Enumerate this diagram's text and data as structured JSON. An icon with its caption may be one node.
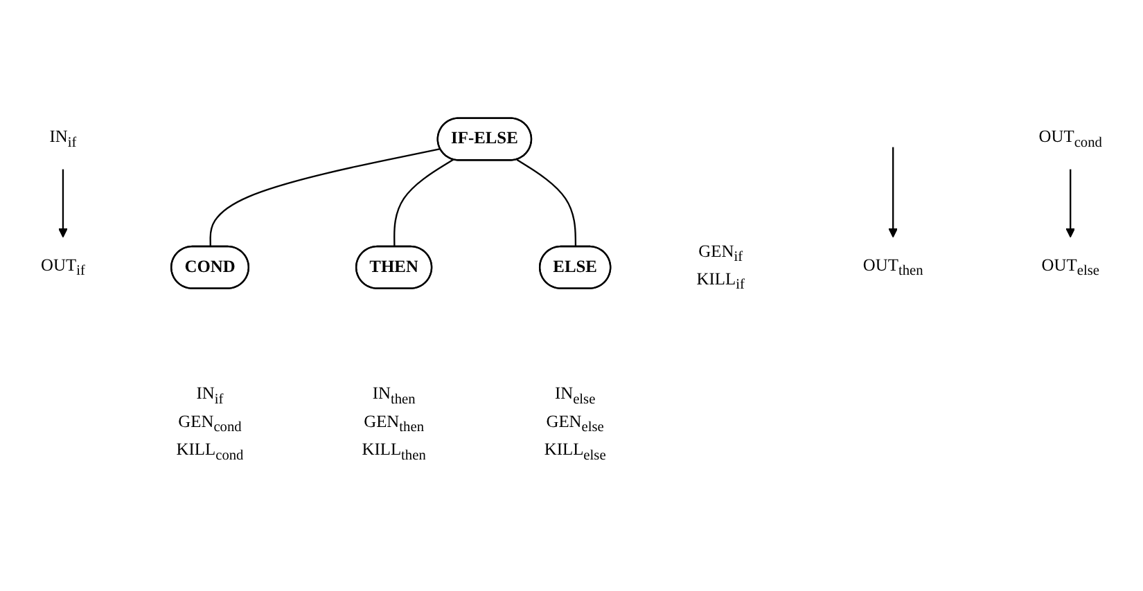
{
  "diagram": {
    "nodes": [
      {
        "text": [
          "IN$_{if}$"
        ]
      },
      {
        "text": [
          "IF-ELSE"
        ],
        "beside": [
          "GEN$_{if}$",
          "KILL$_{if}$"
        ]
      },
      {
        "text": [
          "OUT$_{if}$"
        ]
      },
      {
        "text": [
          "COND"
        ],
        "beside": [
          "IN$_{if}$",
          "GEN$_{cond}$",
          "KILL$_{cond}$"
        ]
      },
      {
        "text": [
          "OUT$_{cond}$"
        ]
      },
      {
        "text": [
          "THEN"
        ],
        "beside": [
          "IN$_{then}$",
          "GEN$_{then}$",
          "KILL$_{then}$"
        ]
      },
      {
        "text": [
          "ELSE"
        ],
        "beside": [
          "IN$_{else}$",
          "GEN$_{else}$",
          "KILL$_{else}$"
        ]
      },
      {
        "text": [
          "OUT$_{then}$"
        ]
      },
      {
        "text": [
          "OUT$_{else}$"
        ]
      }
    ],
    "edges": [
      {
        "from": 0,
        "to": 2,
        "arrow": "to"
      },
      {
        "from": 1,
        "to": 3,
        "arrow": "none"
      },
      {
        "from": 1,
        "to": 5,
        "arrow": "none"
      },
      {
        "from": 1,
        "to": 6,
        "arrow": "none"
      },
      {
        "from": null,
        "to": 7,
        "arrow": "to"
      },
      {
        "from": 4,
        "to": 8,
        "arrow": "to"
      }
    ]
  }
}
